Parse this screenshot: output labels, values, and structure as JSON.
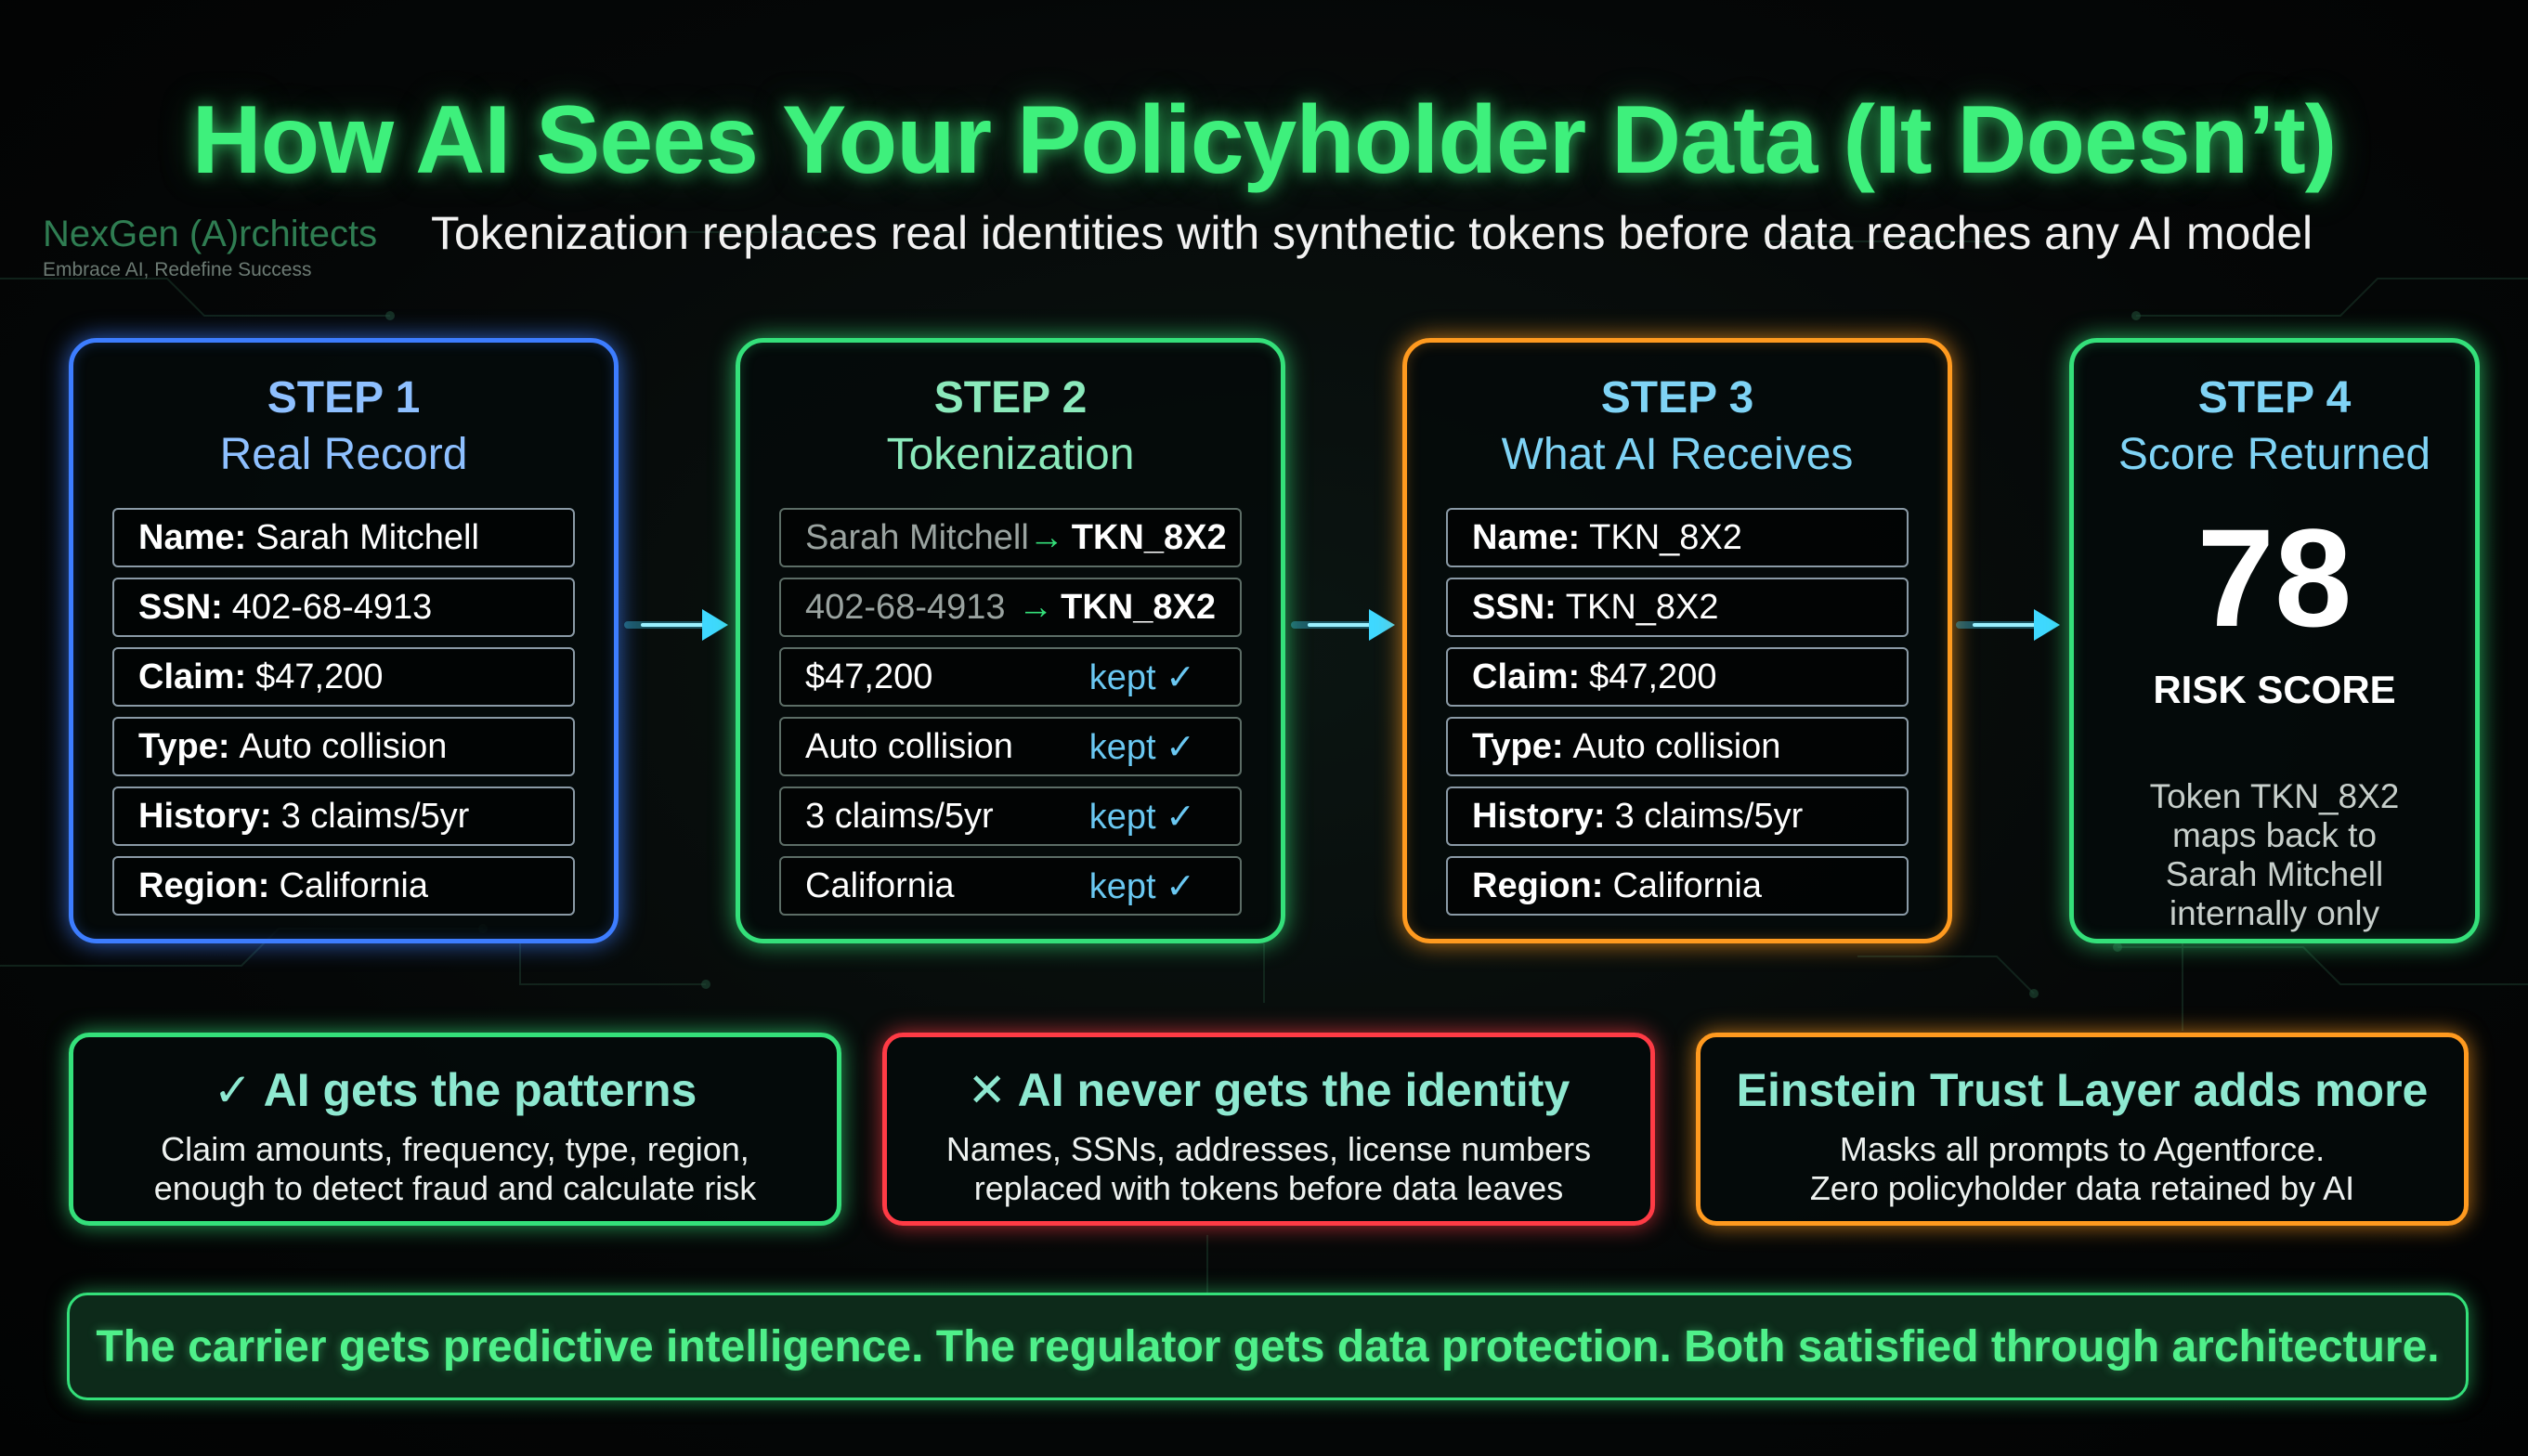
{
  "title": "How AI Sees Your Policyholder Data (It Doesn’t)",
  "subtitle": "Tokenization replaces real identities with synthetic tokens before data reaches any AI model",
  "logo": {
    "name": "NexGen (A)rchitects",
    "tagline": "Embrace AI, Redefine Success"
  },
  "steps": [
    {
      "number": "STEP 1",
      "name": "Real Record",
      "rows": [
        {
          "key": "Name:",
          "value": "Sarah Mitchell"
        },
        {
          "key": "SSN:",
          "value": "402-68-4913"
        },
        {
          "key": "Claim:",
          "value": "$47,200"
        },
        {
          "key": "Type:",
          "value": "Auto collision"
        },
        {
          "key": "History:",
          "value": "3 claims/5yr"
        },
        {
          "key": "Region:",
          "value": "California"
        }
      ]
    },
    {
      "number": "STEP 2",
      "name": "Tokenization",
      "rows": [
        {
          "original": "Sarah Mitchell",
          "arrow": "→",
          "result": "TKN_8X2"
        },
        {
          "original": "402-68-4913",
          "arrow": "→",
          "result": "TKN_8X2"
        },
        {
          "original": "$47,200",
          "result": "kept ✓"
        },
        {
          "original": "Auto collision",
          "result": "kept ✓"
        },
        {
          "original": "3 claims/5yr",
          "result": "kept ✓"
        },
        {
          "original": "California",
          "result": "kept ✓"
        }
      ]
    },
    {
      "number": "STEP 3",
      "name": "What AI Receives",
      "rows": [
        {
          "key": "Name:",
          "value": "TKN_8X2"
        },
        {
          "key": "SSN:",
          "value": "TKN_8X2"
        },
        {
          "key": "Claim:",
          "value": "$47,200"
        },
        {
          "key": "Type:",
          "value": "Auto collision"
        },
        {
          "key": "History:",
          "value": "3 claims/5yr"
        },
        {
          "key": "Region:",
          "value": "California"
        }
      ]
    },
    {
      "number": "STEP 4",
      "name": "Score Returned",
      "score": "78",
      "score_label": "RISK SCORE",
      "note": "Token TKN_8X2 maps back to Sarah Mitchell internally only"
    }
  ],
  "callouts": [
    {
      "title": "✓ AI gets the patterns",
      "lines": [
        "Claim amounts, frequency, type, region,",
        "enough to detect fraud and calculate risk"
      ]
    },
    {
      "title": "✕ AI never gets the identity",
      "lines": [
        "Names, SSNs, addresses, license numbers",
        "replaced with tokens before data leaves"
      ]
    },
    {
      "title": "Einstein Trust Layer adds more",
      "lines": [
        "Masks all prompts to Agentforce.",
        "Zero policyholder data retained by AI"
      ]
    }
  ],
  "banner": "The carrier gets predictive intelligence. The regulator gets data protection. Both satisfied through architecture.",
  "colors": {
    "title_green": "#3ef07c",
    "step1_blue": "#3d7dff",
    "step2_green": "#34e07a",
    "step3_orange": "#ff9a1f",
    "callout_red": "#ff3b45",
    "arrow_cyan": "#3fd8ff",
    "kept_blue": "#6ac8f2"
  }
}
